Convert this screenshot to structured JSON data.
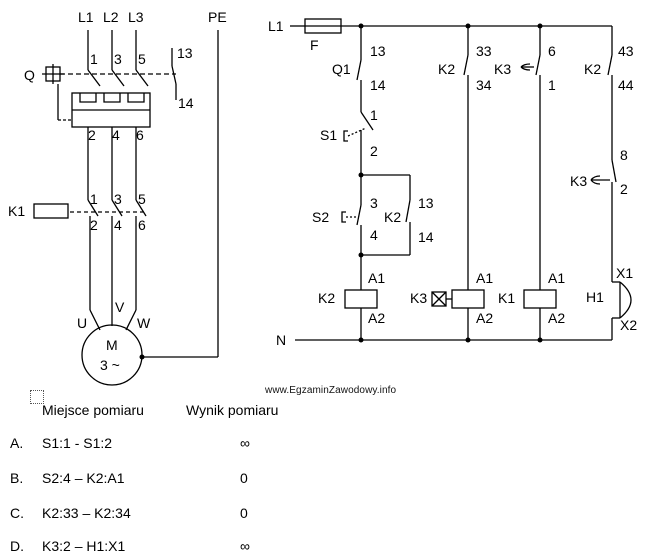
{
  "power": {
    "lines": [
      "L1",
      "L2",
      "L3",
      "PE"
    ],
    "q_label": "Q",
    "k1_label": "K1",
    "terminals_top": [
      "1",
      "3",
      "5",
      "13",
      "14"
    ],
    "terminals_mid": [
      "2",
      "4",
      "6"
    ],
    "k1_terms_top": [
      "1",
      "3",
      "5"
    ],
    "k1_terms_bot": [
      "2",
      "4",
      "6"
    ],
    "motor": {
      "u": "U",
      "v": "V",
      "w": "W",
      "m": "M",
      "phase": "3 ~"
    }
  },
  "control": {
    "l1": "L1",
    "fuse": "F",
    "n": "N",
    "q1": "Q1",
    "q1_a": "13",
    "q1_b": "14",
    "s1": "S1",
    "s1_a": "1",
    "s1_b": "2",
    "s2": "S2",
    "s2_a": "3",
    "s2_b": "4",
    "k2_hold": "K2",
    "k2_hold_a": "13",
    "k2_hold_b": "14",
    "k2c": "K2",
    "a1": "A1",
    "a2": "A2",
    "k2_33": "K2",
    "t33": "33",
    "t34": "34",
    "k3c": "K3",
    "k3_6": "K3",
    "t6": "6",
    "t1": "1",
    "k1c": "K1",
    "k2_43": "K2",
    "t43": "43",
    "t44": "44",
    "k3_8": "K3",
    "t8": "8",
    "t2": "2",
    "h1": "H1",
    "x1": "X1",
    "x2": "X2"
  },
  "watermark": "www.EgzaminZawodowy.info",
  "table": {
    "col1": "Miejsce pomiaru",
    "col2": "Wynik pomiaru",
    "rows": [
      {
        "letter": "A.",
        "points": "S1:1 - S1:2",
        "result": "∞"
      },
      {
        "letter": "B.",
        "points": "S2:4 – K2:A1",
        "result": "0"
      },
      {
        "letter": "C.",
        "points": "K2:33 – K2:34",
        "result": "0"
      },
      {
        "letter": "D.",
        "points": "K3:2 – H1:X1",
        "result": "∞"
      }
    ]
  }
}
